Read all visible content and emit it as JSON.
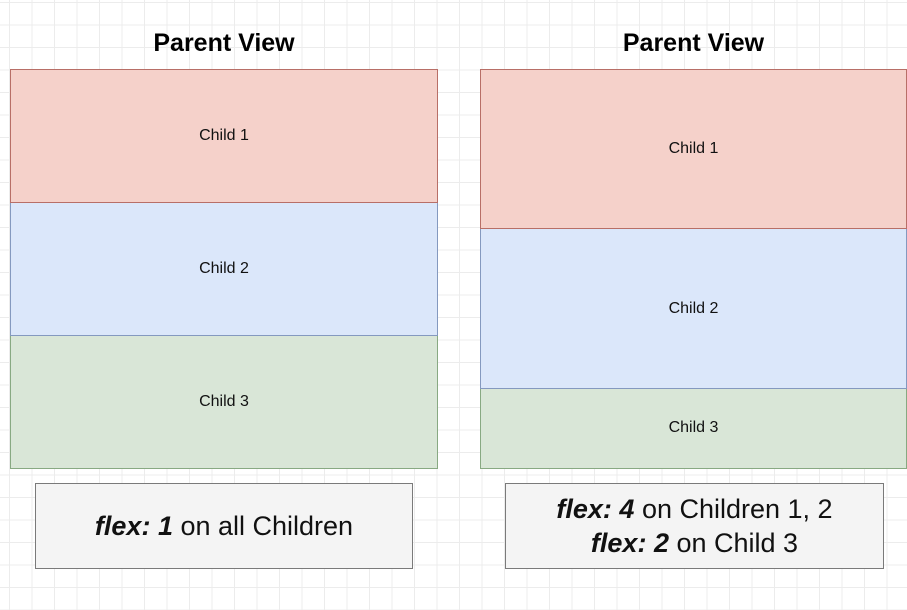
{
  "left_panel": {
    "title": "Parent View",
    "children": [
      {
        "label": "Child 1",
        "flex": 1
      },
      {
        "label": "Child 2",
        "flex": 1
      },
      {
        "label": "Child 3",
        "flex": 1
      }
    ],
    "caption_lines": [
      {
        "code": "flex: 1",
        "text": " on all Children"
      }
    ]
  },
  "right_panel": {
    "title": "Parent View",
    "children": [
      {
        "label": "Child 1",
        "flex": 4
      },
      {
        "label": "Child 2",
        "flex": 4
      },
      {
        "label": "Child 3",
        "flex": 2
      }
    ],
    "caption_lines": [
      {
        "code": "flex: 4",
        "text": " on Children 1, 2"
      },
      {
        "code": "flex: 2",
        "text": " on Child 3"
      }
    ]
  },
  "colors": {
    "child1_fill": "#f5d1ca",
    "child2_fill": "#dbe7fa",
    "child3_fill": "#d9e6d7",
    "caption_fill": "#f4f4f4"
  }
}
